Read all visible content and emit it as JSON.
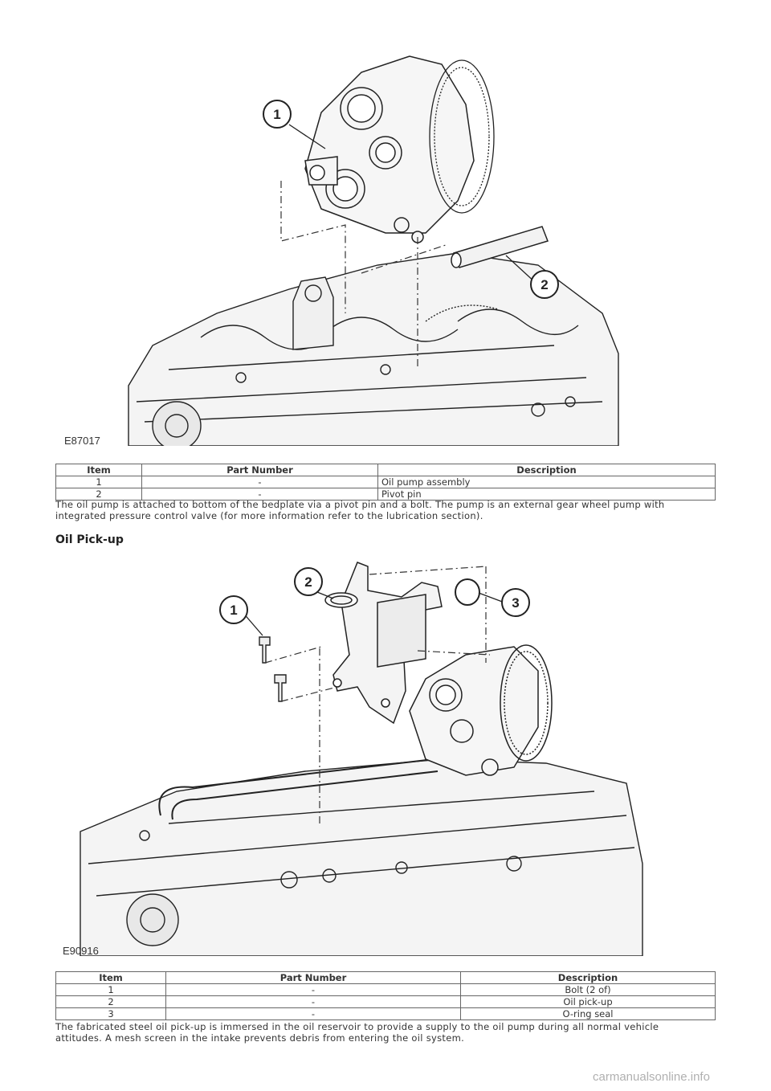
{
  "figure1": {
    "id_label": "E87017",
    "callouts": [
      "1",
      "2"
    ]
  },
  "table1": {
    "headers": [
      "Item",
      "Part Number",
      "Description"
    ],
    "rows": [
      [
        "1",
        "-",
        "Oil pump assembly"
      ],
      [
        "2",
        "-",
        "Pivot pin"
      ]
    ]
  },
  "paragraph1": {
    "line1": "The oil pump is attached to bottom of the bedplate via a pivot pin and a bolt. The pump is an external gear wheel pump with",
    "line2": "integrated pressure control valve (for more information refer to the lubrication section)."
  },
  "section_heading": "Oil Pick-up",
  "figure2": {
    "id_label": "E90916",
    "callouts": [
      "1",
      "2",
      "3"
    ]
  },
  "table2": {
    "headers": [
      "Item",
      "Part Number",
      "Description"
    ],
    "rows": [
      [
        "1",
        "-",
        "Bolt (2 of)"
      ],
      [
        "2",
        "-",
        "Oil pick-up"
      ],
      [
        "3",
        "-",
        "O-ring seal"
      ]
    ]
  },
  "paragraph2": {
    "line1": "The fabricated steel oil pick-up is immersed in the oil reservoir to provide a supply to the oil pump during all normal vehicle",
    "line2": "attitudes. A mesh screen in the intake prevents debris from entering the oil system."
  },
  "watermark": "carmanualsonline.info"
}
